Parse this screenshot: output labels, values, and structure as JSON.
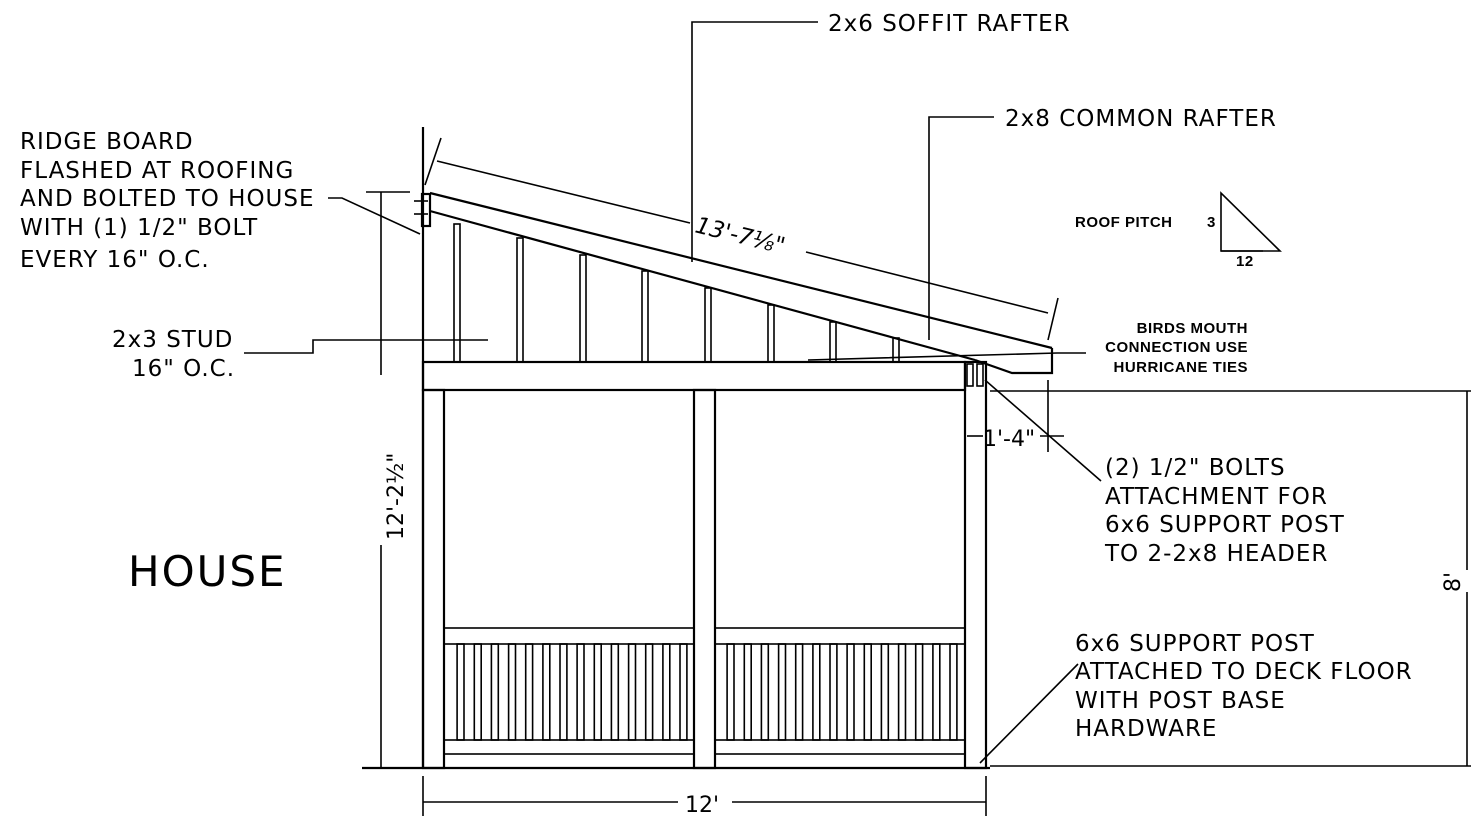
{
  "labels": {
    "soffit_rafter": "2x6 SOFFIT RAFTER",
    "common_rafter": "2x8 COMMON RAFTER",
    "ridge_board": [
      "RIDGE BOARD",
      "FLASHED AT ROOFING",
      "AND BOLTED TO HOUSE",
      "WITH (1) 1/2\" BOLT",
      "EVERY 16\" O.C."
    ],
    "stud": [
      "2x3 STUD",
      "16\" O.C."
    ],
    "roof_pitch": "ROOF PITCH",
    "pitch_rise": "3",
    "pitch_run": "12",
    "birds_mouth": [
      "BIRDS MOUTH",
      "CONNECTION USE",
      "HURRICANE TIES"
    ],
    "bolts": [
      "(2) 1/2\" BOLTS",
      "ATTACHMENT FOR",
      "6x6 SUPPORT POST",
      "TO 2-2x8 HEADER"
    ],
    "support_post": [
      "6x6 SUPPORT POST",
      "ATTACHED TO DECK FLOOR",
      "WITH POST BASE",
      "HARDWARE"
    ],
    "house": "HOUSE"
  },
  "dimensions": {
    "rafter_length": "13'-7⅛\"",
    "height": "12'-2½\"",
    "overhang": "1'-4\"",
    "width": "12'",
    "right_height": "8'"
  }
}
